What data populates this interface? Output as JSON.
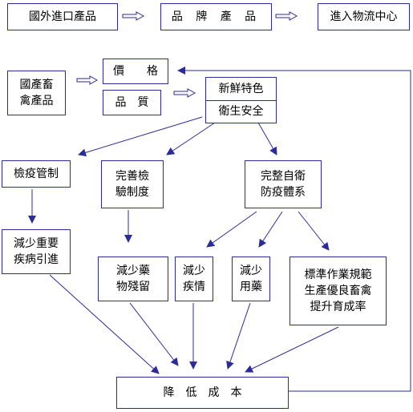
{
  "colors": {
    "line": "#2b2b9a",
    "text": "#000000",
    "background": "#ffffff"
  },
  "nodes": {
    "import": "國外進口產品",
    "brand": "品 牌 產 品",
    "logistics": "進入物流中心",
    "domestic": [
      "國產畜",
      "禽產品"
    ],
    "price": "價　　格",
    "quality": "品　質",
    "features": [
      "新鮮特色",
      "衛生安全"
    ],
    "quarantine": "檢疫管制",
    "inspection": [
      "完善檢",
      "驗制度"
    ],
    "epidemic": [
      "完整自衛",
      "防疫體系"
    ],
    "reduce_disease": [
      "減少重要",
      "疾病引進"
    ],
    "reduce_residue": [
      "減少藥",
      "物殘留"
    ],
    "reduce_epidemic": [
      "減少",
      "疾情"
    ],
    "reduce_drugs": [
      "減少",
      "用藥"
    ],
    "standards": [
      "標準作業規範",
      "生產優良畜禽",
      "提升育成率"
    ],
    "cost": "降　低　成　本"
  }
}
